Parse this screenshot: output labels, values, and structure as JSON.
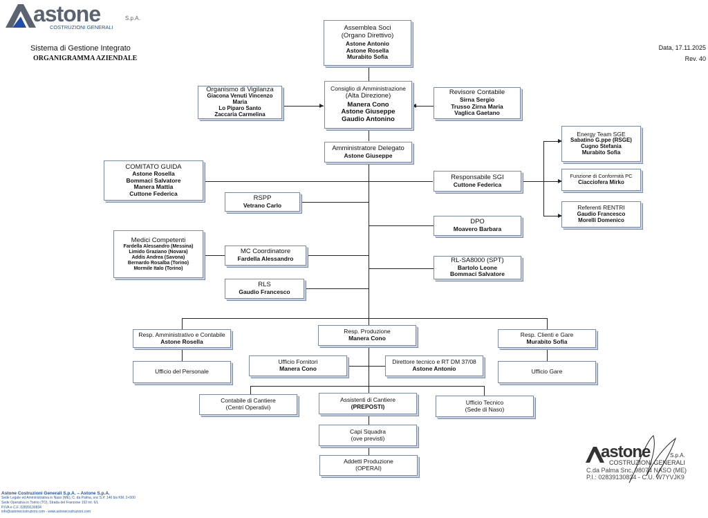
{
  "header": {
    "company": "astone",
    "spa": "S.p.A.",
    "sub": "COSTRUZIONI GENERALI",
    "system": "Sistema di Gestione Integrato",
    "title": "ORGANIGRAMMA AZIENDALE",
    "date": "Data, 17.11.2025",
    "rev": "Rev. 40"
  },
  "boxes": {
    "assemblea": {
      "title": "Assemblea Soci",
      "sub": "(Organo Direttivo)",
      "names": [
        "Astone Antonio",
        "Astone Rosella",
        "Murabito Sofia"
      ]
    },
    "cda": {
      "title": "Consiglio di Amministrazione",
      "sub": "(Alta Direzione)",
      "names": [
        "Manera Cono",
        "Astone Giuseppe",
        "Gaudio Antonino"
      ]
    },
    "vigilanza": {
      "title": "Organismo di Vigilanza",
      "names": [
        "Giacona Venuti Vincenzo Maria",
        "Lo Piparo Santo",
        "Zaccaria Carmelina"
      ]
    },
    "revisore": {
      "title": "Revisore Contabile",
      "names": [
        "Sirna Sergio",
        "Trusso Zirna Maria",
        "Vaglica Gaetano"
      ]
    },
    "ad": {
      "title": "Amministratore Delegato",
      "names": [
        "Astone Giuseppe"
      ]
    },
    "comitato": {
      "title": "COMITATO GUIDA",
      "names": [
        "Astone Rosella",
        "Bommaci Salvatore",
        "Manera Mattia",
        "Cuttone Federica"
      ]
    },
    "sgi": {
      "title": "Responsabile SGI",
      "names": [
        "Cuttone Federica"
      ]
    },
    "energy": {
      "title": "Energy Team SGE",
      "names": [
        "Sabatino G.ppe (RSGE)",
        "Cugno Stefania",
        "Murabito Sofia"
      ]
    },
    "conformita": {
      "title": "Funzione di Conformità PC",
      "names": [
        "Ciacciofera Mirko"
      ]
    },
    "rentri": {
      "title": "Referenti RENTRI",
      "names": [
        "Gaudio Francesco",
        "Morelli Domenico"
      ]
    },
    "rspp": {
      "title": "RSPP",
      "names": [
        "Vetrano Carlo"
      ]
    },
    "dpo": {
      "title": "DPO",
      "names": [
        "Moavero Barbara"
      ]
    },
    "medici": {
      "title": "Medici Competenti",
      "names": [
        "Fardella Alessandro (Messina)",
        "Limido Graziano (Novara)",
        "Addis Andrea (Savona)",
        "Bernardo Rosalba (Torino)",
        "Mormile Italo (Torino)"
      ]
    },
    "mc": {
      "title": "MC Coordinatore",
      "names": [
        "Fardella Alessandro"
      ]
    },
    "rlsa": {
      "title": "RL-SA8000 (SPT)",
      "names": [
        "Bartolo Leone",
        "Bommaci Salvatore"
      ]
    },
    "rls": {
      "title": "RLS",
      "names": [
        "Gaudio Francesco"
      ]
    },
    "amm": {
      "title": "Resp. Amministrativo e Contabile",
      "names": [
        "Astone Rosella"
      ]
    },
    "prod": {
      "title": "Resp. Produzione",
      "names": [
        "Manera Cono"
      ]
    },
    "clienti": {
      "title": "Resp. Clienti e Gare",
      "names": [
        "Murabito Sofia"
      ]
    },
    "personale": {
      "title": "Ufficio del Personale"
    },
    "fornitori": {
      "title": "Ufficio Fornitori",
      "names": [
        "Manera Cono"
      ]
    },
    "direttore": {
      "title": "Direttore tecnico e RT DM 37/08",
      "names": [
        "Astone Antonio"
      ]
    },
    "gare": {
      "title": "Ufficio Gare"
    },
    "contabile": {
      "title": "Contabile di Cantiere",
      "sub": "(Centri Operativi)"
    },
    "assistenti": {
      "title": "Assistenti di Cantiere",
      "sub": "(PREPOSTI)"
    },
    "tecnico": {
      "title": "Ufficio Tecnico",
      "sub": "(Sede di Naso)"
    },
    "capi": {
      "title": "Capi Squadra",
      "sub": "(ove previsti)"
    },
    "addetti": {
      "title": "Addetti Produzione",
      "sub": "(OPERAI)"
    }
  },
  "stamp": {
    "company": "astone",
    "spa": "S.p.A.",
    "sub": "COSTRUZIONI GENERALI",
    "addr": "C.da Palma Snc, 98074 NASO (ME)",
    "piva": "P.I.: 02839130834 - C.U. W7YVJK9"
  },
  "footer": {
    "company": "Astone Costruzioni Generali S.p.A. – Astone S.p.A.",
    "lines": [
      "Sede Legale ed Amministrativa in Naso (ME), C. da Palma, snc S.P. 146 bis KM. 2+500",
      "Sede Operativa in Torino (TO), Strada del Francese 152 int. 6/L",
      "P.IVA e C.F. 02839130834",
      "info@astonecostruzioni.com - www.astonecostruzioni.com"
    ]
  },
  "colors": {
    "brand": "#1f4fa8",
    "logo_gray": "#5b6270",
    "box_border": "#7a8aa6"
  }
}
